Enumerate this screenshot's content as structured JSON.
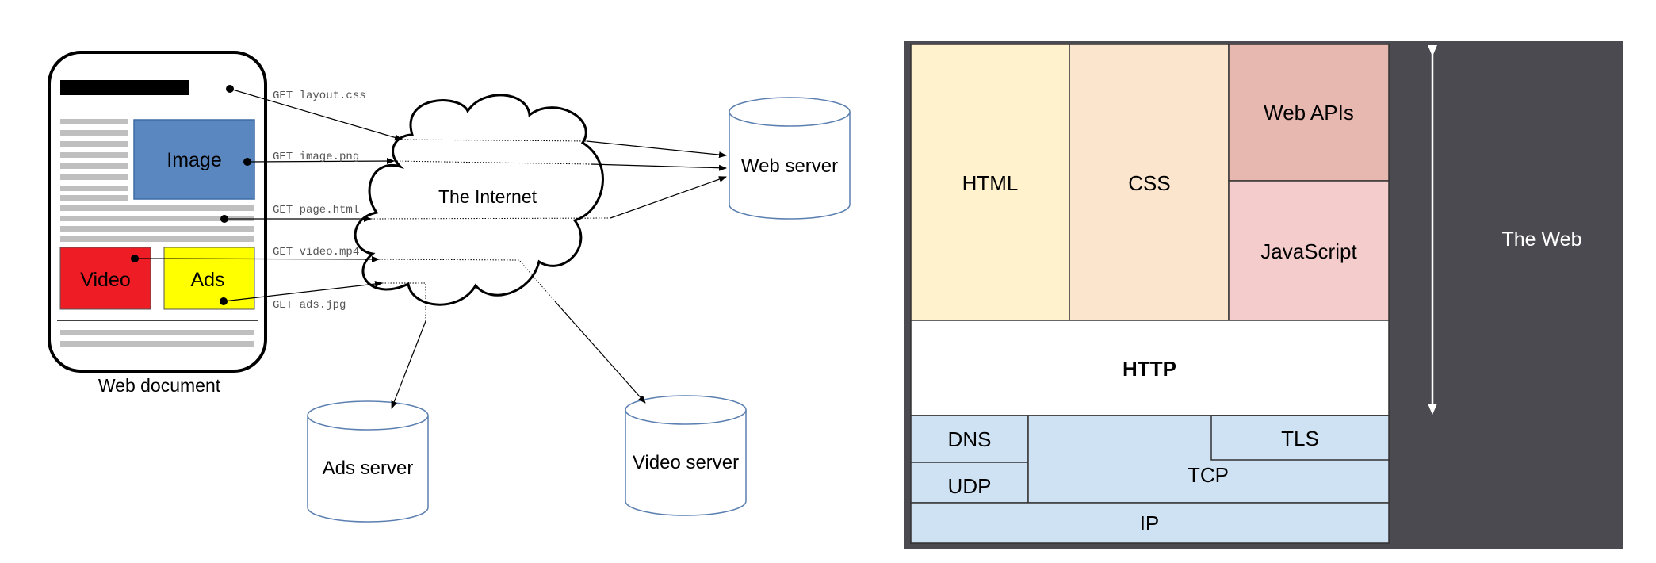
{
  "left_diagram": {
    "document": {
      "caption": "Web document",
      "image_label": "Image",
      "video_label": "Video",
      "ads_label": "Ads"
    },
    "cloud_label": "The Internet",
    "requests": [
      {
        "text": "GET layout.css"
      },
      {
        "text": "GET image.png"
      },
      {
        "text": "GET page.html"
      },
      {
        "text": "GET video.mp4"
      },
      {
        "text": "GET ads.jpg"
      }
    ],
    "servers": {
      "web": "Web server",
      "ads": "Ads server",
      "video": "Video server"
    }
  },
  "right_diagram": {
    "blocks": {
      "html": "HTML",
      "css": "CSS",
      "web_apis": "Web APIs",
      "javascript": "JavaScript",
      "http": "HTTP",
      "dns": "DNS",
      "udp": "UDP",
      "tcp": "TCP",
      "tls": "TLS",
      "ip": "IP"
    },
    "side_label": "The Web",
    "colors": {
      "html": "#fff2cc",
      "css": "#fce5cd",
      "web_apis": "#e6b8af",
      "javascript": "#f4cccc",
      "http": "#ffffff",
      "http_text": "#ff0000",
      "network": "#cfe2f3",
      "panel": "#4a4a50"
    }
  }
}
